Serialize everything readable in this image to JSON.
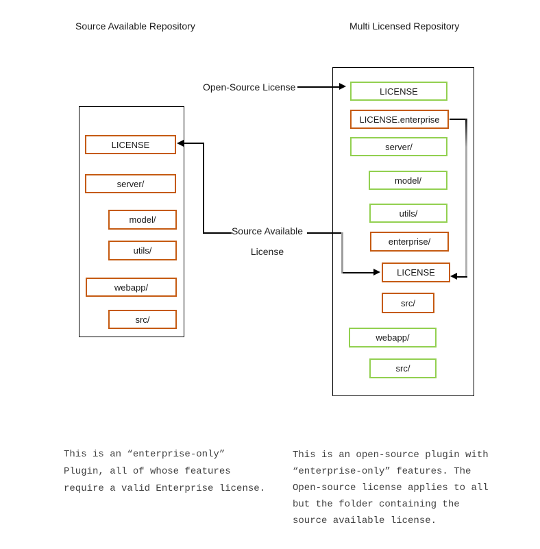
{
  "titles": {
    "left": "Source Available Repository",
    "right": "Multi Licensed Repository"
  },
  "connector_labels": {
    "open_source": "Open-Source License",
    "source_available_line1": "Source Available",
    "source_available_line2": "License"
  },
  "left_repo": {
    "items": [
      {
        "label": "LICENSE",
        "color": "orange"
      },
      {
        "label": "server/",
        "color": "orange"
      },
      {
        "label": "model/",
        "color": "orange"
      },
      {
        "label": "utils/",
        "color": "orange"
      },
      {
        "label": "webapp/",
        "color": "orange"
      },
      {
        "label": "src/",
        "color": "orange"
      }
    ]
  },
  "right_repo": {
    "items": [
      {
        "label": "LICENSE",
        "color": "green"
      },
      {
        "label": "LICENSE.enterprise",
        "color": "orange"
      },
      {
        "label": "server/",
        "color": "green"
      },
      {
        "label": "model/",
        "color": "green"
      },
      {
        "label": "utils/",
        "color": "green"
      },
      {
        "label": "enterprise/",
        "color": "orange"
      },
      {
        "label": "LICENSE",
        "color": "orange"
      },
      {
        "label": "src/",
        "color": "orange"
      },
      {
        "label": "webapp/",
        "color": "green"
      },
      {
        "label": "src/",
        "color": "green"
      }
    ]
  },
  "notes": {
    "left_lines": [
      "This is an “enterprise-only”",
      "Plugin, all of whose features",
      "require a valid Enterprise license."
    ],
    "right_lines": [
      "This is an open-source plugin with",
      "“enterprise-only” features. The",
      "Open-source license applies to all",
      "but the folder containing the",
      "source available license."
    ]
  },
  "colors": {
    "orange_border": "#C55A11",
    "green_border": "#92D050",
    "outline": "#000000",
    "connector": "#000000",
    "connector_gray": "#9e9e9e",
    "note_text": "#3f3f3f"
  }
}
